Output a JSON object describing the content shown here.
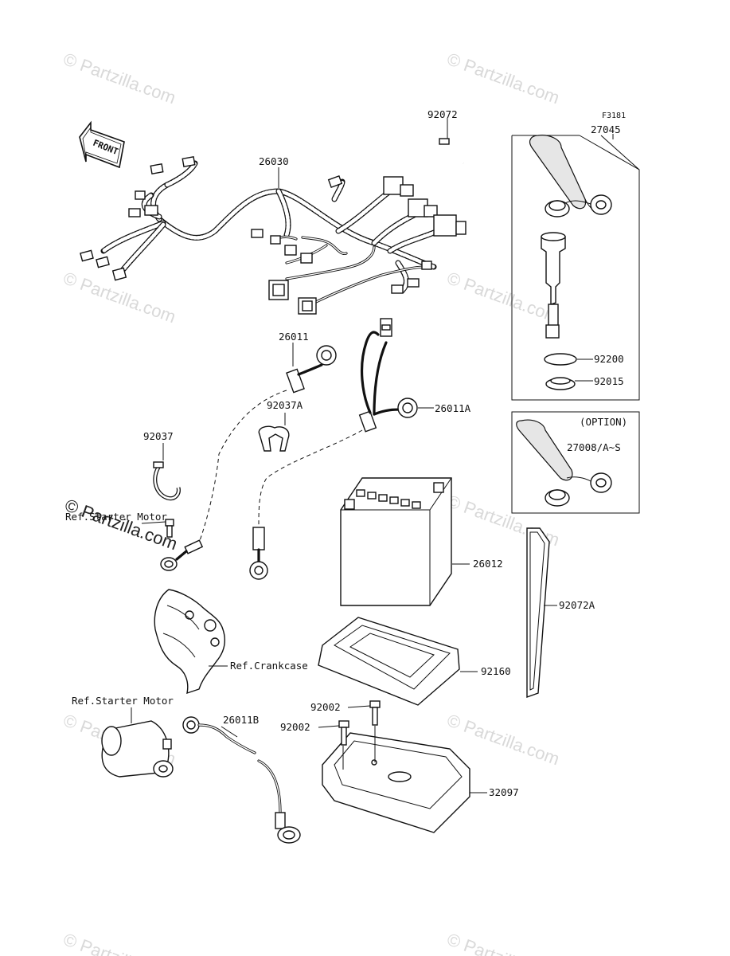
{
  "diagram": {
    "figure_code": "F3181",
    "front_label": "FRONT",
    "watermark": "© Partzilla.com",
    "callouts": {
      "p26030": "26030",
      "p92072": "92072",
      "p27045": "27045",
      "p26011": "26011",
      "p92037A": "92037A",
      "p26011A": "26011A",
      "p92037": "92037",
      "p92200": "92200",
      "p92015": "92015",
      "option": "(OPTION)",
      "p27008": "27008/A~S",
      "ref_starter_motor_top": "Ref.Starter Motor",
      "p26012": "26012",
      "p92072A": "92072A",
      "ref_crankcase": "Ref.Crankcase",
      "p92160": "92160",
      "ref_starter_motor_bottom": "Ref.Starter Motor",
      "p92002a": "92002",
      "p26011B": "26011B",
      "p92002b": "92002",
      "p32097": "32097"
    }
  }
}
